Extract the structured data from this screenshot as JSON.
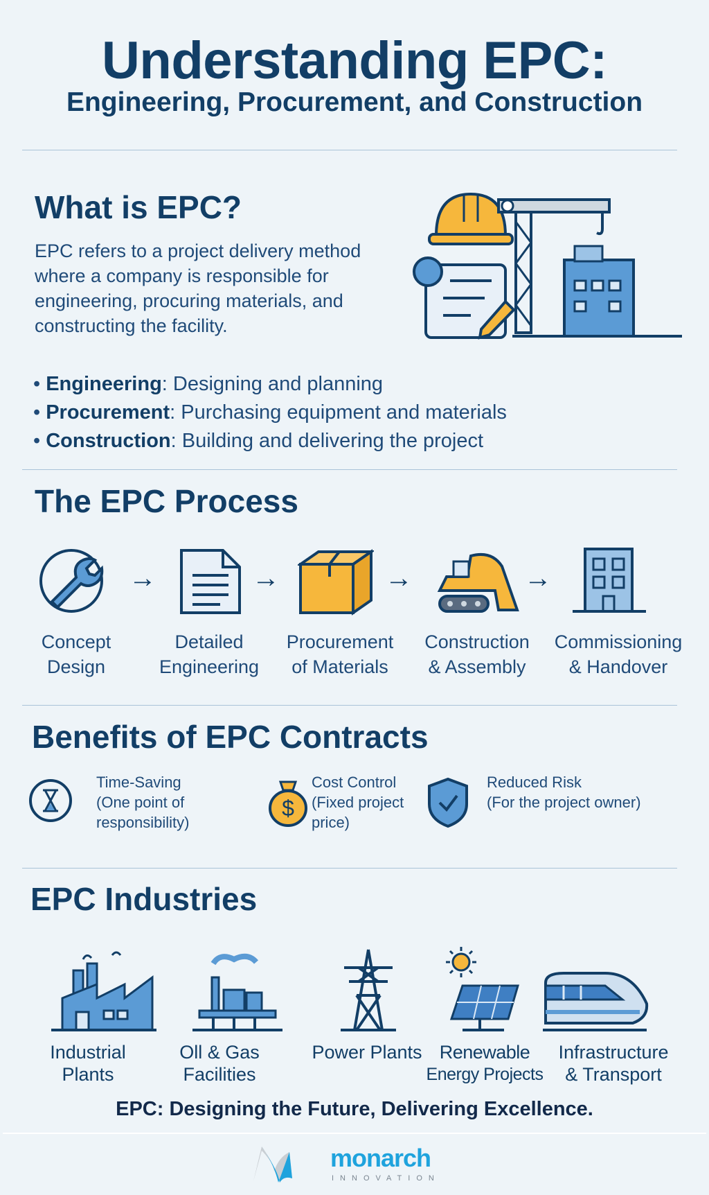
{
  "header": {
    "title": "Understanding EPC:",
    "subtitle": "Engineering, Procurement, and Construction"
  },
  "what_is": {
    "heading": "What is EPC?",
    "description": "EPC refers to a project delivery method where a company is responsible for engineering, procuring materials, and constructing the facility.",
    "bullets": [
      {
        "term": "Engineering",
        "text": ": Designing and planning"
      },
      {
        "term": "Procurement",
        "text": ": Purchasing equipment and materials"
      },
      {
        "term": "Construction",
        "text": ": Building and delivering the project"
      }
    ]
  },
  "process": {
    "heading": "The EPC Process",
    "steps": [
      {
        "line1": "Concept",
        "line2": "Design",
        "icon": "wrench-icon"
      },
      {
        "line1": "Detailed",
        "line2": "Engineering",
        "icon": "document-icon"
      },
      {
        "line1": "Procurement",
        "line2": "of Materials",
        "icon": "box-icon"
      },
      {
        "line1": "Construction",
        "line2": "& Assembly",
        "icon": "bulldozer-icon"
      },
      {
        "line1": "Commissioning",
        "line2": "& Handover",
        "icon": "building-icon"
      }
    ],
    "arrow": "→"
  },
  "benefits": {
    "heading": "Benefits of EPC Contracts",
    "items": [
      {
        "l1": "Time-Saving",
        "l2": "(One point of",
        "l3": "responsibility)",
        "icon": "hourglass-icon"
      },
      {
        "l1": "Cost Control",
        "l2": "(Fixed project",
        "l3": "price)",
        "icon": "money-bag-icon"
      },
      {
        "l1": "Reduced Risk",
        "l2": "(For the project owner)",
        "l3": "",
        "icon": "shield-icon"
      }
    ]
  },
  "industries": {
    "heading": "EPC Industries",
    "items": [
      {
        "l1": "Industrial",
        "l2": "Plants"
      },
      {
        "l1": "Oll & Gas",
        "l2": "Facilities"
      },
      {
        "l1": "Power Plants",
        "l2": ""
      },
      {
        "l1": "Renewable",
        "l2": "Energy Projects"
      },
      {
        "l1": "Infrastructure",
        "l2": "& Transport"
      }
    ]
  },
  "tagline": "EPC: Designing the Future, Delivering Excellence.",
  "logo": {
    "name": "monarch",
    "sub": "INNOVATION"
  },
  "colors": {
    "navy": "#123e66",
    "blue": "#4f8fcf",
    "yellow": "#f6b73c",
    "bg": "#eef4f8"
  }
}
